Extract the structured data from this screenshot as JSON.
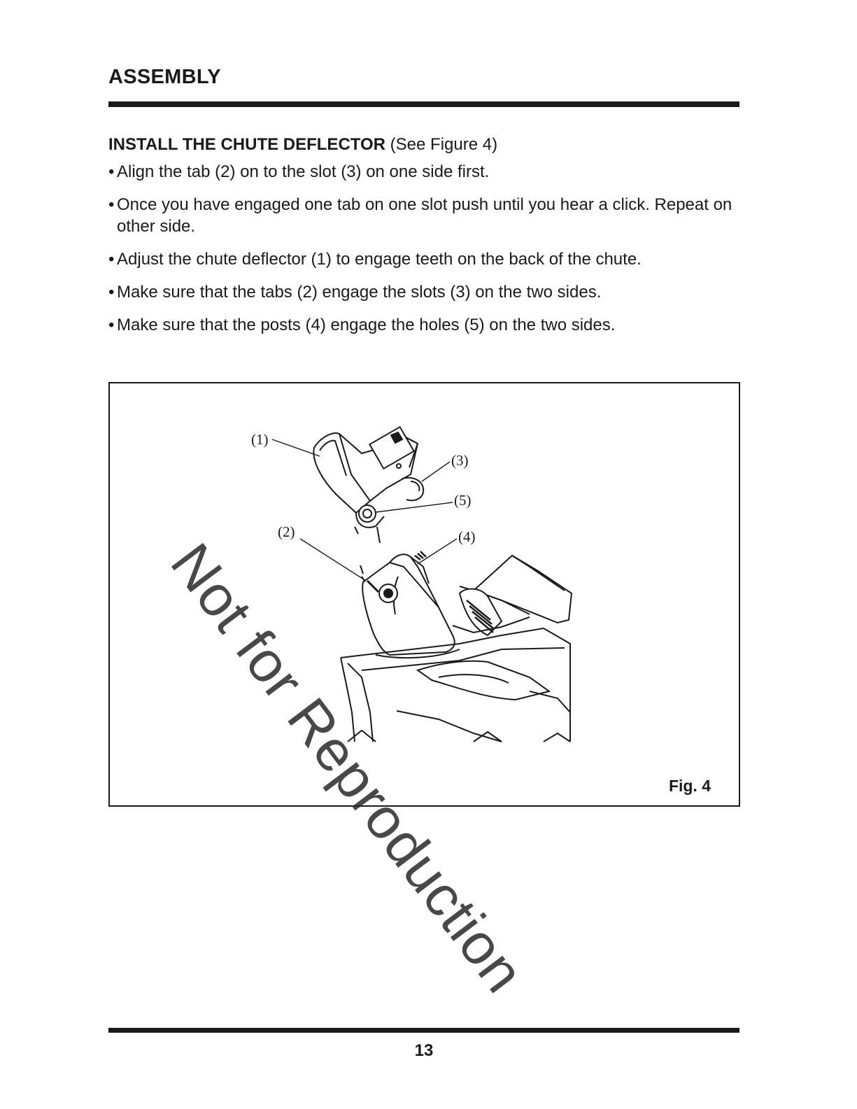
{
  "header": {
    "title": "ASSEMBLY"
  },
  "section": {
    "heading_bold": "INSTALL THE CHUTE DEFLECTOR",
    "heading_ref": " (See Figure 4)"
  },
  "steps": [
    {
      "bullet": "•",
      "text": "Align the tab (2) on to the slot (3) on one side first."
    },
    {
      "bullet": "•",
      "text": "Once you have engaged one tab on one slot push until you hear a click. Repeat on other side."
    },
    {
      "bullet": "•",
      "text": "Adjust the chute deflector (1) to engage teeth on the back of the chute."
    },
    {
      "bullet": "•",
      "text": "Make sure that the tabs (2) engage the slots (3) on the two sides."
    },
    {
      "bullet": "•",
      "text": "Make sure that the posts (4) engage the holes (5) on the two sides."
    }
  ],
  "figure": {
    "callouts": [
      "(1)",
      "(2)",
      "(3)",
      "(4)",
      "(5)"
    ],
    "caption": "Fig. 4"
  },
  "watermark": "Not for Reproduction",
  "footer": {
    "page_number": "13"
  }
}
